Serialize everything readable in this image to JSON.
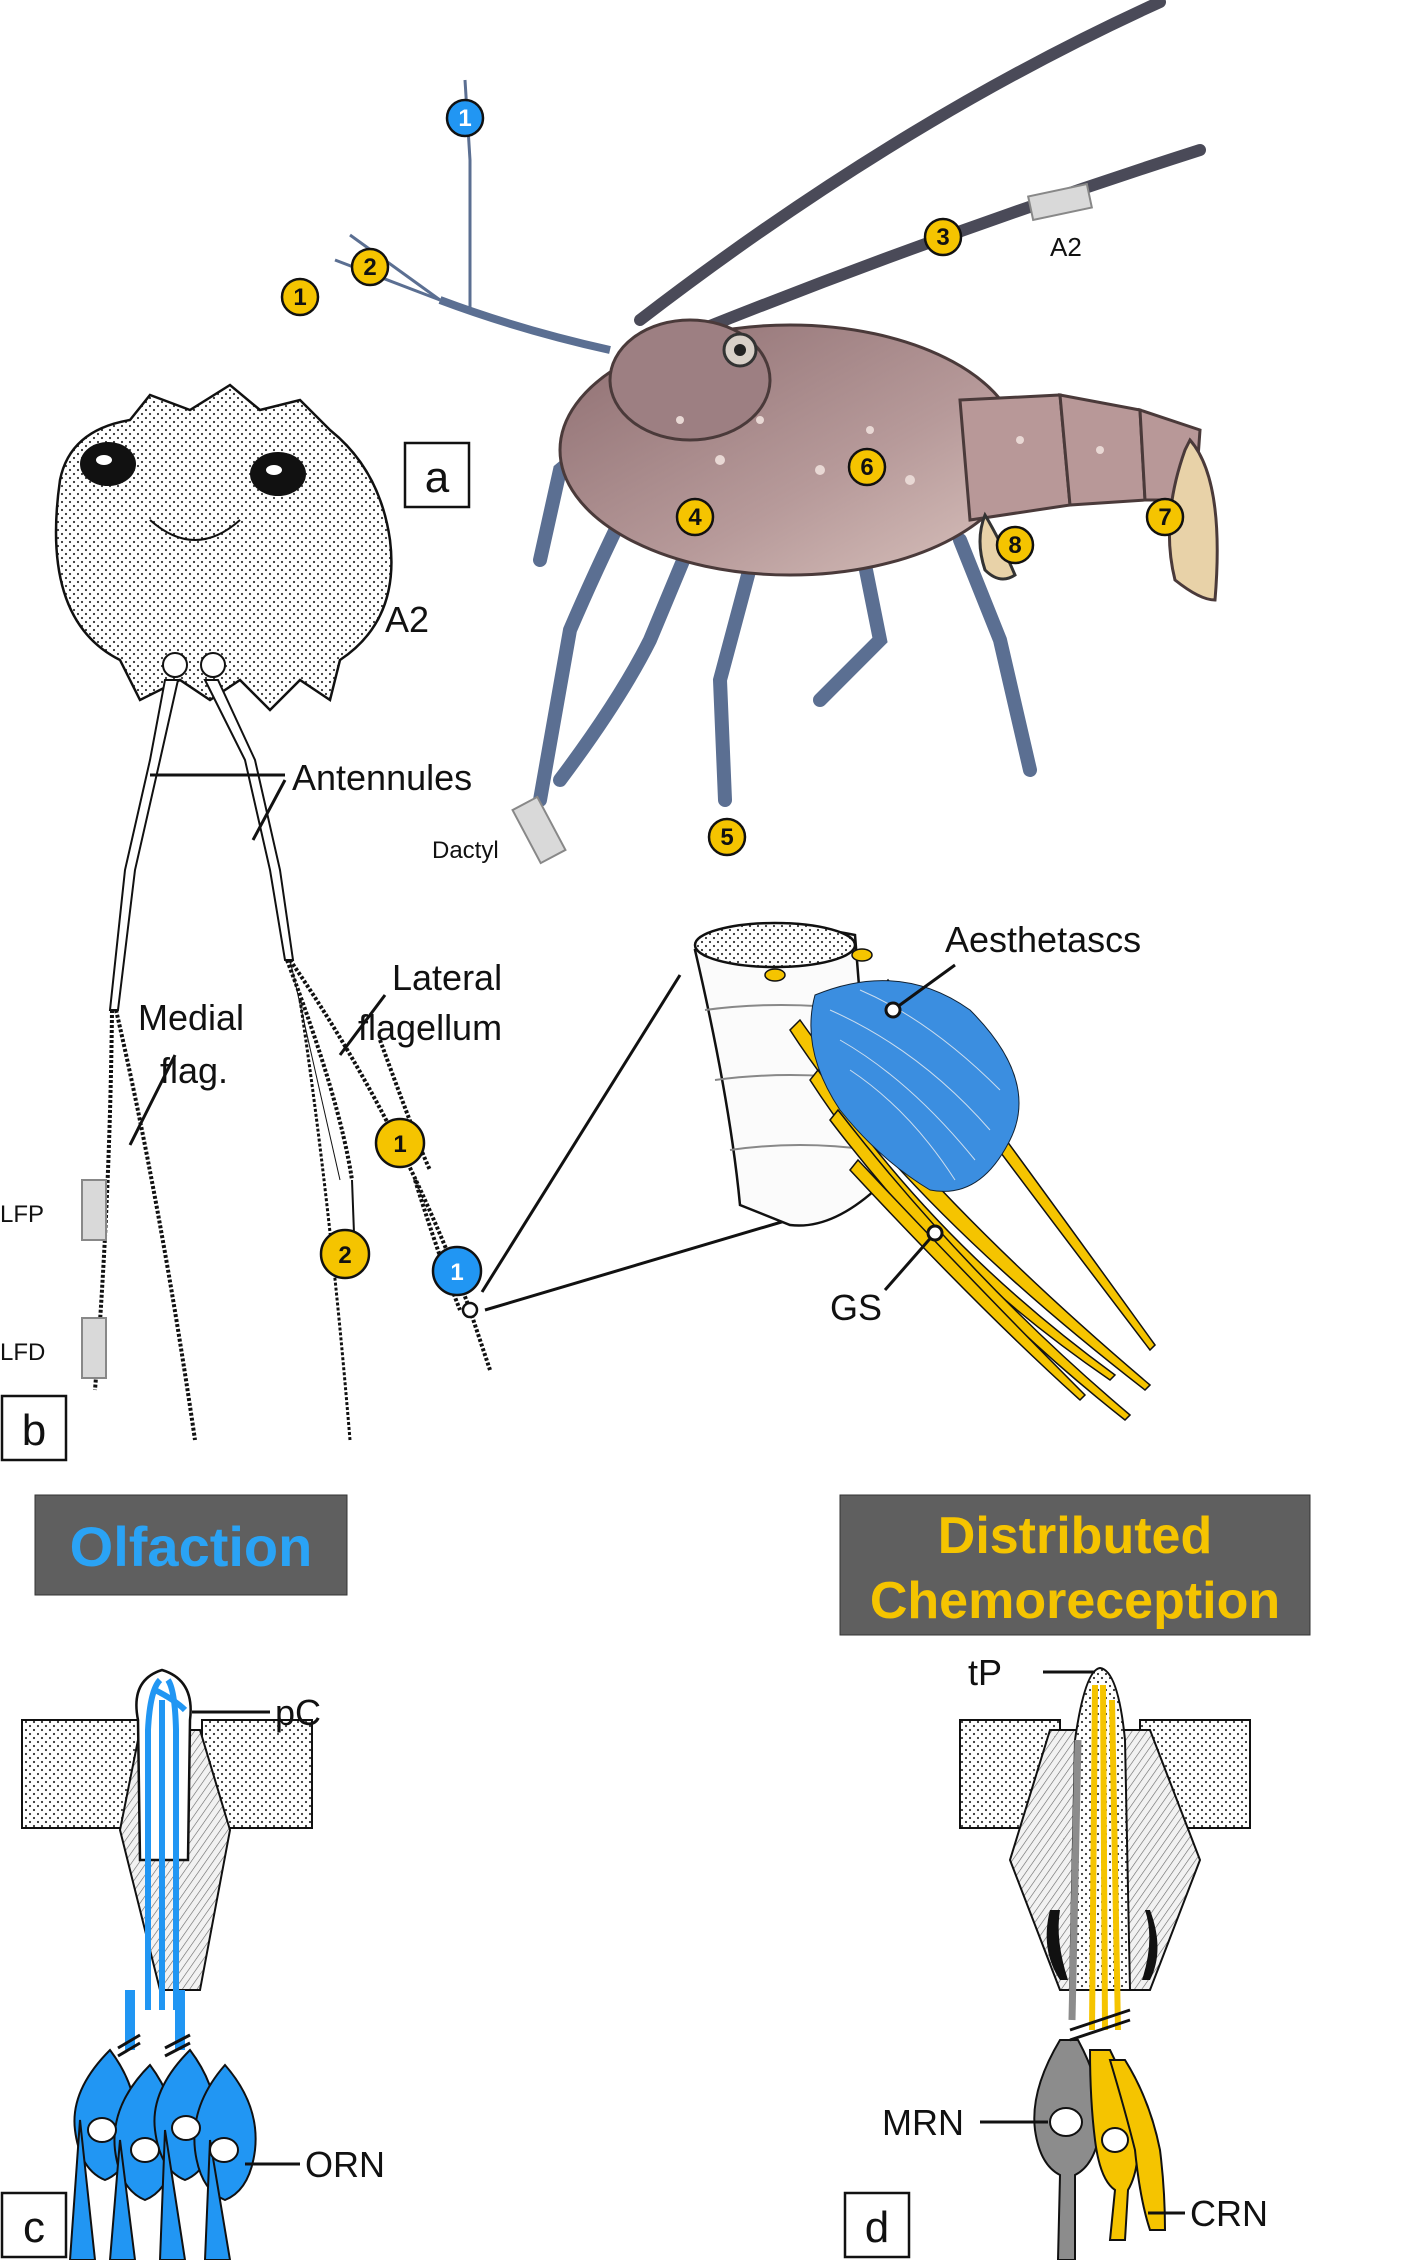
{
  "panels": {
    "a": "a",
    "b": "b",
    "c": "c",
    "d": "d"
  },
  "labels": {
    "a2_top": "A2",
    "dactyl": "Dactyl",
    "a2_left": "A2",
    "antennules": "Antennules",
    "lateral_1": "Lateral",
    "lateral_2": "flagellum",
    "medial_1": "Medial",
    "medial_2": "flag.",
    "lfp": "LFP",
    "lfd": "LFD",
    "aesthetascs": "Aesthetascs",
    "gs": "GS",
    "pc": "pC",
    "orn": "ORN",
    "tp": "tP",
    "mrn": "MRN",
    "crn": "CRN"
  },
  "banners": {
    "olfaction": "Olfaction",
    "distributed_1": "Distributed",
    "distributed_2": "Chemoreception"
  },
  "badges": {
    "a": [
      {
        "text": "1",
        "kind": "blue"
      },
      {
        "text": "1",
        "kind": "yellow"
      },
      {
        "text": "2",
        "kind": "yellow"
      },
      {
        "text": "3",
        "kind": "yellow"
      },
      {
        "text": "4",
        "kind": "yellow"
      },
      {
        "text": "5",
        "kind": "yellow"
      },
      {
        "text": "6",
        "kind": "yellow"
      },
      {
        "text": "7",
        "kind": "yellow"
      },
      {
        "text": "8",
        "kind": "yellow"
      }
    ],
    "b": [
      {
        "text": "1",
        "kind": "yellow"
      },
      {
        "text": "2",
        "kind": "yellow"
      },
      {
        "text": "1",
        "kind": "blue"
      }
    ]
  },
  "colors": {
    "yellow": "#f5c400",
    "blue": "#2196f3",
    "lobster_body": "#a98a8a",
    "lobster_legs": "#5b6f92",
    "banner_bg": "#5f5f5f",
    "neuron_grey": "#8c8c8c"
  }
}
